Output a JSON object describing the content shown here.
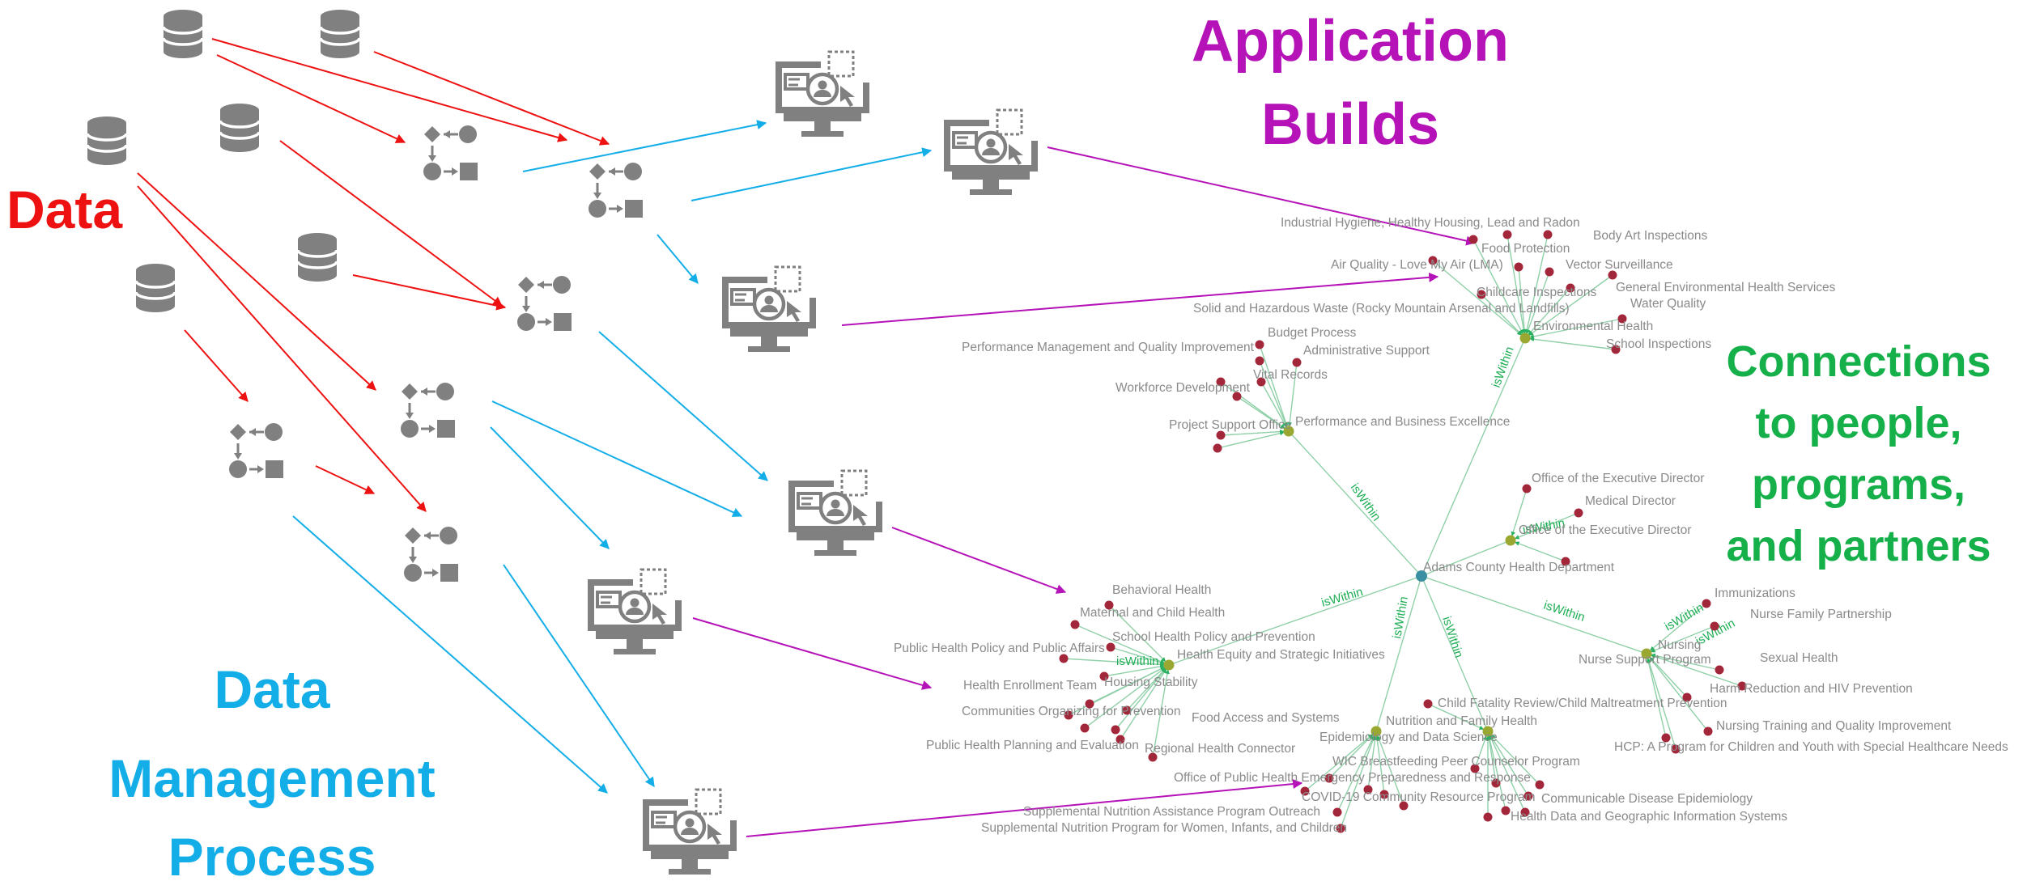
{
  "titles": {
    "data": "Data",
    "application_line1": "Application",
    "application_line2": "Builds",
    "connections_line1": "Connections",
    "connections_line2": "to people,",
    "connections_line3": "programs,",
    "connections_line4": "and partners",
    "dmp_line1": "Data",
    "dmp_line2": "Management",
    "dmp_line3": "Process"
  },
  "colors": {
    "data": "#ee1111",
    "application": "#b512b8",
    "connections": "#16b04a",
    "process": "#13aee8",
    "icon": "#808080",
    "leaf_node": "#a3273a",
    "hub_node": "#9aa832",
    "center_node": "#3b8fa3",
    "edge": "#8fd0a8"
  },
  "icons": {
    "database": "database-icon",
    "workflow": "workflow-icon",
    "application": "monitor-app-icon"
  },
  "network": {
    "center": "Adams County Health Department",
    "edge_label": "isWithin",
    "hubs": {
      "environmental": "Environmental Health",
      "performance": "Performance and Business Excellence",
      "executive": "Office of the Executive Director",
      "nursing": "Nursing",
      "nutrition": "Nutrition and Family Health",
      "epidemiology": "Epidemiology and Data Science",
      "health_equity": "Health Equity and Strategic Initiatives"
    },
    "labels": {
      "industrial": "Industrial Hygiene, Healthy Housing, Lead and Radon",
      "food_protection": "Food Protection",
      "body_art": "Body Art Inspections",
      "air_quality": "Air Quality - Love My Air (LMA)",
      "vector": "Vector Surveillance",
      "general_env": "General Environmental Health Services",
      "childcare": "Childcare Inspections",
      "water": "Water Quality",
      "solid_waste": "Solid and Hazardous Waste (Rocky Mountain Arsenal and Landfills)",
      "school_insp": "School Inspections",
      "budget": "Budget Process",
      "perf_mgmt": "Performance Management and Quality Improvement",
      "admin_support": "Administrative Support",
      "vital": "Vital Records",
      "workforce": "Workforce Development",
      "project_support": "Project Support Office",
      "exec_director_top": "Office of the Executive Director",
      "medical_director": "Medical Director",
      "immunizations": "Immunizations",
      "nfp": "Nurse Family Partnership",
      "sexual_health": "Sexual Health",
      "nurse_support": "Nurse Support Program",
      "harm_reduction": "Harm Reduction and HIV Prevention",
      "nursing_training": "Nursing Training and Quality Improvement",
      "hcp": "HCP: A Program for Children and Youth with Special Healthcare Needs",
      "child_fatality": "Child Fatality Review/Child Maltreatment Prevention",
      "wic_bf": "WIC Breastfeeding Peer Counselor Program",
      "emergency": "Office of Public Health Emergency Preparedness and Response",
      "covid": "COVID-19 Community Resource Program",
      "comm_disease": "Communicable Disease Epidemiology",
      "health_data": "Health Data and Geographic Information Systems",
      "snap": "Supplemental Nutrition Assistance Program Outreach",
      "wic": "Supplemental Nutrition Program for Women, Infants, and Children",
      "behavioral": "Behavioral Health",
      "maternal": "Maternal and Child Health",
      "school_policy": "School Health Policy and Prevention",
      "policy_affairs": "Public Health Policy and Public Affairs",
      "enrollment": "Health Enrollment Team",
      "housing": "Housing Stability",
      "organizing": "Communities Organizing for Prevention",
      "food_access": "Food Access and Systems",
      "planning": "Public Health Planning and Evaluation",
      "regional": "Regional Health Connector"
    }
  }
}
